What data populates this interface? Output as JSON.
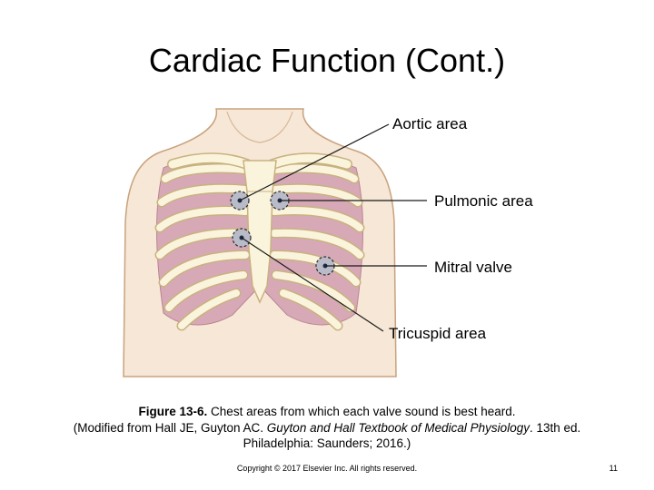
{
  "slide": {
    "title": "Cardiac Function (Cont.)",
    "page_number": "11",
    "copyright": "Copyright © 2017 Elsevier Inc. All rights reserved."
  },
  "diagram": {
    "labels": {
      "aortic": "Aortic area",
      "pulmonic": "Pulmonic area",
      "mitral": "Mitral valve",
      "tricuspid": "Tricuspid area"
    },
    "colors": {
      "skin": "#f6e7d6",
      "skin_outline": "#c9a27e",
      "bone": "#fbf4dd",
      "bone_outline": "#c8b27f",
      "intercostal": "#d7a9b6",
      "marker_fill": "#b9bcc8",
      "marker_dot": "#1e2a44"
    }
  },
  "caption": {
    "figure_number": "Figure 13-6.",
    "text": " Chest areas from which each valve sound is best heard.",
    "line2_prefix": "(Modified from Hall JE, Guyton AC. ",
    "book_title": "Guyton and Hall Textbook of Medical Physiology",
    "line2_suffix": ". 13th ed.",
    "line3": "Philadelphia: Saunders; 2016.)"
  }
}
